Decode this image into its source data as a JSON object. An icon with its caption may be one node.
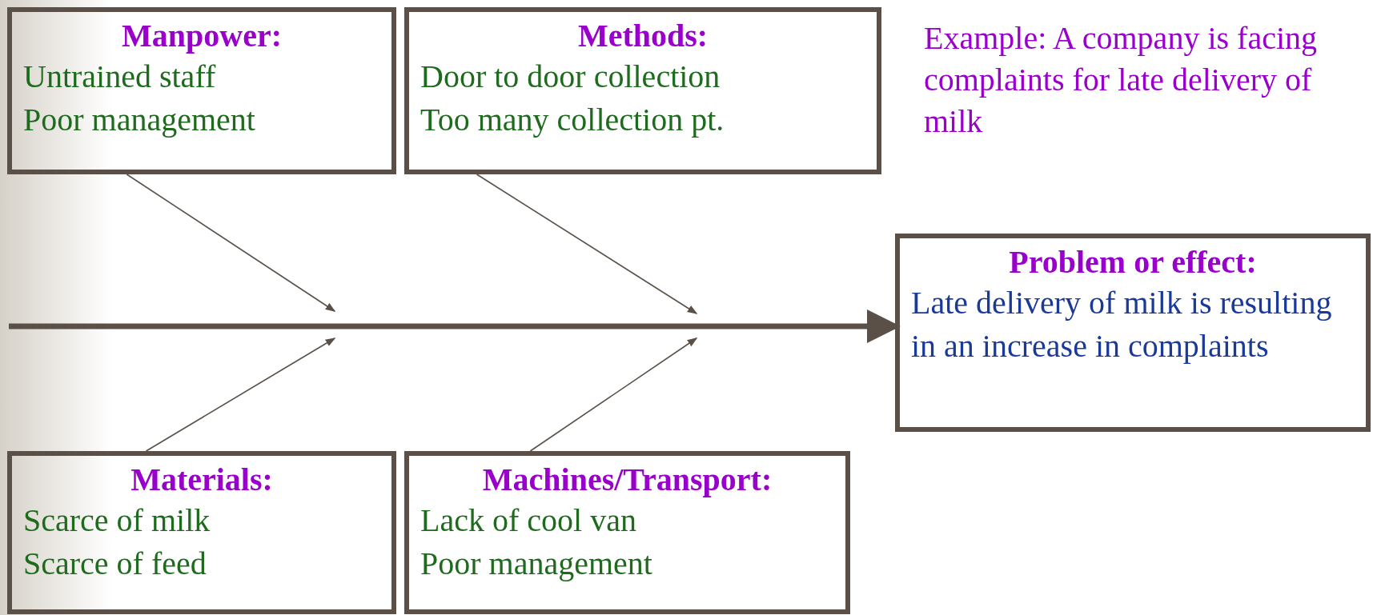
{
  "diagram": {
    "nodes": [
      {
        "text": [
          "Manpower:",
          "Untrained staff",
          "Poor management"
        ]
      },
      {
        "text": [
          "Methods:",
          "Door to door collection",
          "Too many collection pt."
        ]
      },
      {
        "text": [
          "Problem or effect:",
          "Late delivery of milk is resulting in an increase in complaints"
        ]
      },
      {
        "text": [
          "Materials:",
          "Scarce of milk",
          "Scarce of feed"
        ]
      },
      {
        "text": [
          "Machines/Transport:",
          "Lack of cool van",
          "Poor management"
        ]
      }
    ],
    "edges": [
      {
        "from": null,
        "to": 2,
        "arrow": "to",
        "style": "thick"
      },
      {
        "from": 0,
        "to": null,
        "arrow": "to"
      },
      {
        "from": 1,
        "to": null,
        "arrow": "to"
      },
      {
        "from": 3,
        "to": null,
        "arrow": "to"
      },
      {
        "from": 4,
        "to": null,
        "arrow": "to"
      }
    ],
    "labels": [
      "Example: A company is facing complaints for late delivery of milk"
    ]
  }
}
